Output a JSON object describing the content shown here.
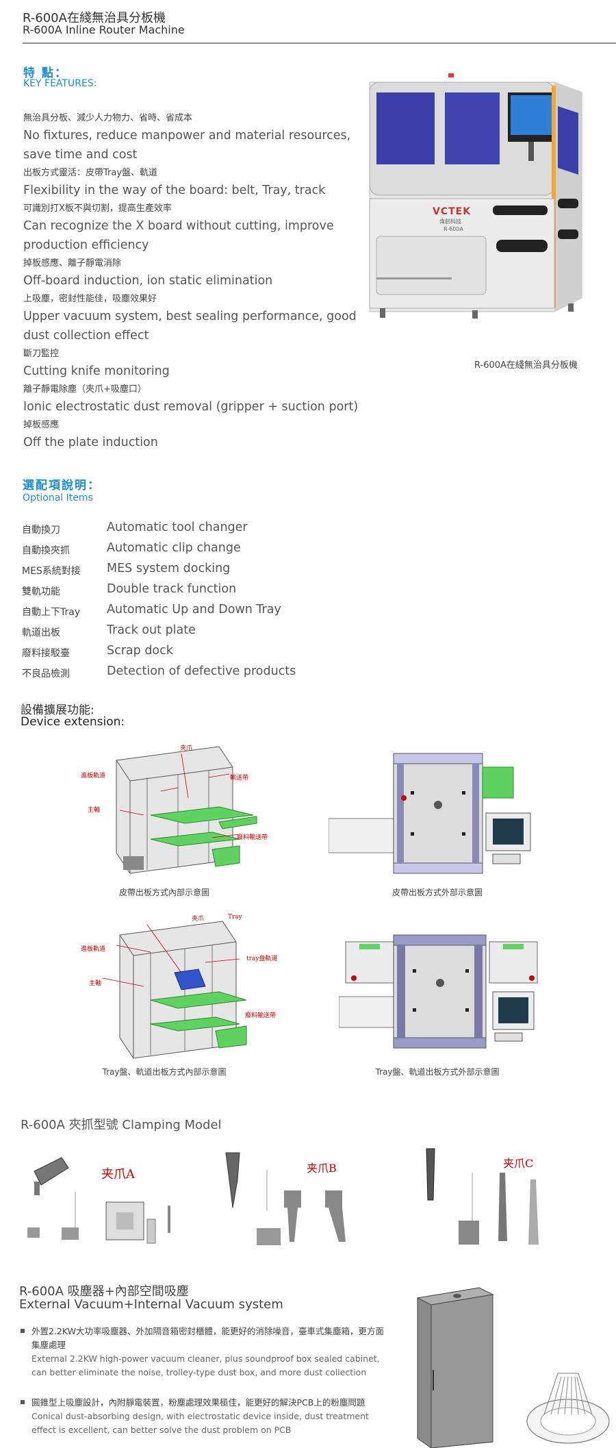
{
  "header": {
    "title_zh": "R-600A在綫無治具分板機",
    "title_en": "R-600A Inline Router Machine"
  },
  "features": {
    "heading_zh": "特 點：",
    "heading_en": "KEY FEATURES:",
    "items": [
      {
        "zh": "無治具分板、減少人力物力、省時、省成本",
        "en": "No fixtures, reduce manpower and material resources, save time and cost"
      },
      {
        "zh": "出板方式靈活：皮帶Tray盤、軌道",
        "en": "Flexibility in the way of the board: belt, Tray, track"
      },
      {
        "zh": "可識別打X板不與切割，提高生產效率",
        "en": "Can recognize the X board without cutting, improve production efficiency"
      },
      {
        "zh": "掉板感應、離子靜電消除",
        "en": "Off-board induction, ion static elimination"
      },
      {
        "zh": "上吸塵，密封性能佳，吸塵效果好",
        "en": "Upper vacuum system, best sealing performance, good dust collection effect"
      },
      {
        "zh": "斷刀監控",
        "en": "Cutting knife monitoring"
      },
      {
        "zh": "離子靜電除塵（夾爪+吸塵口）",
        "en": "Ionic electrostatic dust removal (gripper + suction port)"
      },
      {
        "zh": "掉板感應",
        "en": "Off the plate induction"
      }
    ]
  },
  "machine": {
    "brand": "VCTEK",
    "brand_zh": "偉創科技",
    "model": "R-600A",
    "caption": "R-600A在綫無治具分板機"
  },
  "optional": {
    "heading_zh": "選配項說明：",
    "heading_en": "Optional Items",
    "items": [
      {
        "zh": "自動換刀",
        "en": "Automatic tool changer"
      },
      {
        "zh": "自動換夾抓",
        "en": "Automatic clip change"
      },
      {
        "zh": "MES系統對接",
        "en": "MES system docking"
      },
      {
        "zh": "雙軌功能",
        "en": "Double track function"
      },
      {
        "zh": "自動上下Tray",
        "en": "Automatic Up and Down Tray"
      },
      {
        "zh": "軌道出板",
        "en": "Track out plate"
      },
      {
        "zh": "廢料接駁臺",
        "en": "Scrap dock"
      },
      {
        "zh": "不良品檢測",
        "en": "Detection of defective products"
      }
    ]
  },
  "extension": {
    "heading_zh": "設備擴展功能:",
    "heading_en": "Device extension:",
    "fig1": {
      "caption": "皮帶出板方式內部示意圖",
      "labels": {
        "a": "夾爪",
        "b": "進板軌道",
        "c": "輸送帶",
        "d": "主軸",
        "e": "廢料輸送帶"
      }
    },
    "fig2": {
      "caption": "皮帶出板方式外部示意圖"
    },
    "fig3": {
      "caption": "Tray盤、軌道出板方式內部示意圖",
      "labels": {
        "a": "夾爪",
        "b": "Tray",
        "c": "進板軌道",
        "d": "tray盘軌道",
        "e": "主軸",
        "f": "廢料輸送帶"
      }
    },
    "fig4": {
      "caption": "Tray盤、軌道出板方式外部示意圖"
    }
  },
  "clamping": {
    "title": "R-600A 夾抓型號  Clamping Model",
    "labels": [
      "夹爪A",
      "夹爪B",
      "夹爪C"
    ]
  },
  "vacuum": {
    "title_zh": "R-600A 吸塵器+內部空間吸塵",
    "title_en": "External Vacuum+Internal Vacuum system",
    "bullets": [
      {
        "zh": "外置2.2KW大功率吸塵器、外加隔音箱密封櫃體，能更好的消除噪音，臺車式集塵箱，更方面集塵處理",
        "en": "External 2.2KW high-power vacuum cleaner, plus soundproof box sealed cabinet, can better eliminate the noise, trolley-type dust box, and more dust collection"
      },
      {
        "zh": "圓錐型上吸塵設計，內附靜電裝置，粉塵處理效果極佳，能更好的解決PCB上的粉塵問題",
        "en": "Conical dust-absorbing design, with electrostatic device inside, dust treatment effect is excellent, can better solve the dust problem on PCB"
      }
    ]
  },
  "colors": {
    "accent": "#1a8fd6",
    "green": "#5fd35f",
    "machine_gray": "#d8d8d8",
    "window_blue": "#3b3ea8"
  }
}
